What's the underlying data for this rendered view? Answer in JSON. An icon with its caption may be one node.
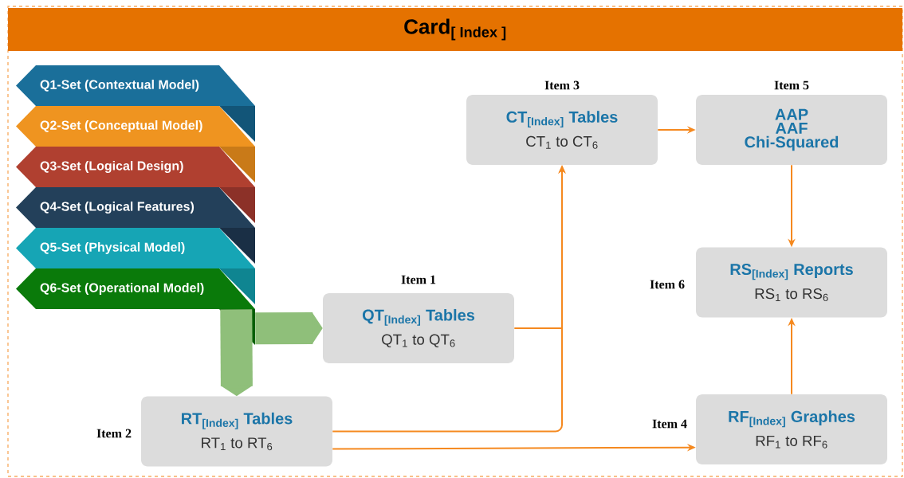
{
  "diagram": {
    "nodes": [
      {
        "text": [
          "Card$_{[ Index ]}$"
        ]
      },
      {
        "text": [
          "Q1-Set (Contextual Model)"
        ],
        "in": 0
      },
      {
        "text": [
          "Q2-Set (Conceptual Model)"
        ],
        "in": 0
      },
      {
        "text": [
          "Q3-Set (Logical Design)"
        ],
        "in": 0
      },
      {
        "text": [
          "Q4-Set (Logical Features)"
        ],
        "in": 0
      },
      {
        "text": [
          "Q5-Set (Physical Model)"
        ],
        "in": 0
      },
      {
        "text": [
          "Q6-Set (Operational Model)"
        ],
        "in": 0
      },
      {
        "text": [
          "QT$_{[Index]}$ Tables",
          "QT$_{1}$ to QT$_{6}$"
        ],
        "beside": [
          "Item 1"
        ],
        "in": 0
      },
      {
        "text": [
          "RT$_{[Index]}$ Tables",
          "RT$_{1}$ to RT$_{6}$"
        ],
        "beside": [
          "Item 2"
        ],
        "in": 0
      },
      {
        "text": [
          "CT$_{[Index]}$ Tables",
          "CT$_{1}$ to CT$_{6}$"
        ],
        "beside": [
          "Item 3"
        ],
        "in": 0
      },
      {
        "text": [
          "AAP",
          "AAF",
          "Chi-Squared"
        ],
        "beside": [
          "Item 5"
        ],
        "in": 0
      },
      {
        "text": [
          "RS$_{[Index]}$ Reports",
          "RS$_{1}$ to RS$_{6}$"
        ],
        "beside": [
          "Item 6"
        ],
        "in": 0
      },
      {
        "text": [
          "RF$_{[Index]}$ Graphes",
          "RF$_{1}$ to RF$_{6}$"
        ],
        "beside": [
          "Item 4"
        ],
        "in": 0
      }
    ],
    "edges": [
      {
        "from": 6,
        "to": 7,
        "arrow": "to",
        "style": "thick",
        "color": "#8fbf7a"
      },
      {
        "from": 6,
        "to": 8,
        "arrow": "to",
        "style": "thick",
        "color": "#8fbf7a"
      },
      {
        "from": 7,
        "to": 9,
        "arrow": "to"
      },
      {
        "from": 8,
        "to": 9,
        "arrow": "to"
      },
      {
        "from": 8,
        "to": 12,
        "arrow": "to"
      },
      {
        "from": 9,
        "to": 10,
        "arrow": "to"
      },
      {
        "from": 10,
        "to": 11,
        "arrow": "to"
      },
      {
        "from": 12,
        "to": 11,
        "arrow": "to"
      }
    ]
  }
}
